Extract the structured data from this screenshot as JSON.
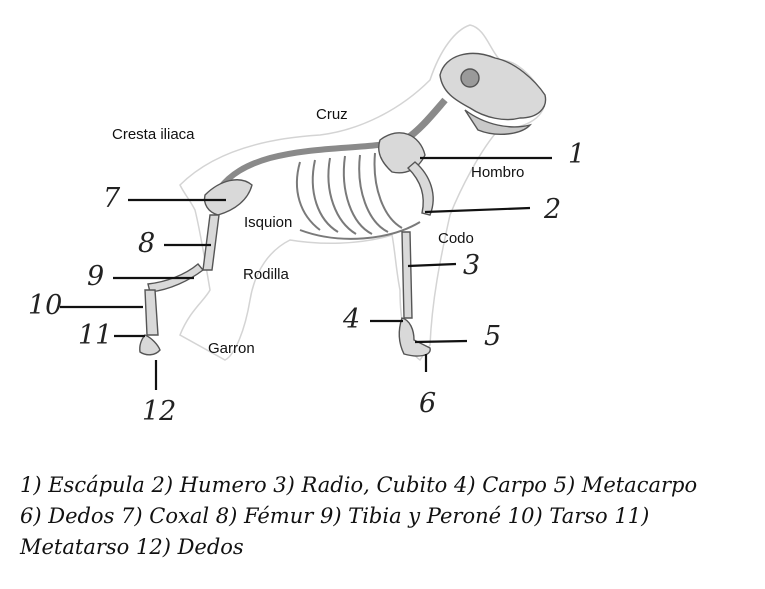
{
  "region_labels": {
    "cresta_iliaca": "Cresta iliaca",
    "cruz": "Cruz",
    "hombro": "Hombro",
    "isquion": "Isquion",
    "codo": "Codo",
    "rodilla": "Rodilla",
    "garron": "Garron"
  },
  "callout_numbers": [
    "1",
    "2",
    "3",
    "4",
    "5",
    "6",
    "7",
    "8",
    "9",
    "10",
    "11",
    "12"
  ],
  "caption_lines": [
    "1) Escápula 2) Humero 3) Radio, Cubito 4) Carpo 5) Metacarpo",
    "6) Dedos 7) Coxal   8) Fémur 9) Tibia y Peroné 10) Tarso 11)",
    "Metatarso 12) Dedos"
  ],
  "colors": {
    "bone": "#d9d9d9",
    "bone_outline": "#555555",
    "body_outline": "#cfcfcf",
    "leader": "#111111"
  }
}
